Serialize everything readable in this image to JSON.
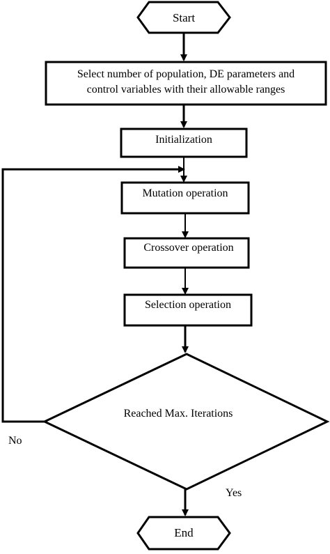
{
  "flowchart": {
    "start_label": "Start",
    "select_line1": "Select number of population, DE parameters and",
    "select_line2": "control variables with their allowable ranges",
    "init_label": "Initialization",
    "mutation_label": "Mutation operation",
    "crossover_label": "Crossover operation",
    "selection_label": "Selection operation",
    "decision_label": "Reached Max. Iterations",
    "no_label": "No",
    "yes_label": "Yes",
    "end_label": "End"
  },
  "colors": {
    "stroke": "#000000",
    "fill": "#ffffff",
    "background": "#ffffff"
  }
}
